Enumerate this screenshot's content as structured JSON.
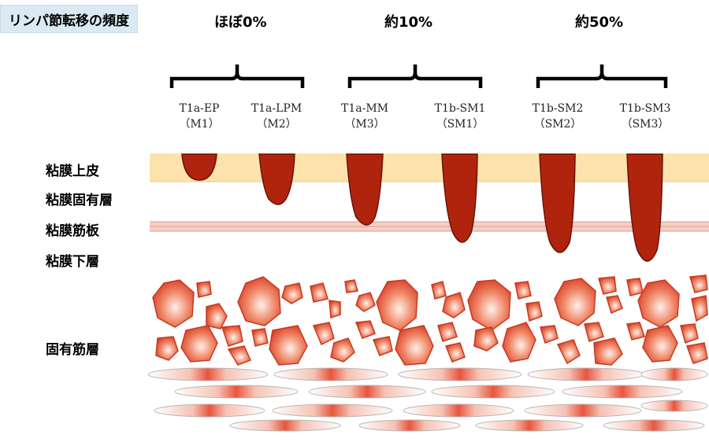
{
  "title": "リンパ節転移の頻度",
  "frequencies": [
    "ほぼ0%",
    "約10%",
    "約50%"
  ],
  "stages": [
    {
      "code": "T1a-EP",
      "level": "（M1）"
    },
    {
      "code": "T1a-LPM",
      "level": "（M2）"
    },
    {
      "code": "T1a-MM",
      "level": "（M3）"
    },
    {
      "code": "T1b-SM1",
      "level": "（SM1）"
    },
    {
      "code": "T1b-SM2",
      "level": "（SM2）"
    },
    {
      "code": "T1b-SM3",
      "level": "（SM3）"
    }
  ],
  "layers": [
    "粘膜上皮",
    "粘膜固有層",
    "粘膜筋板",
    "粘膜下層",
    "固有筋層"
  ],
  "colors": {
    "epithelium": "#fde3ab",
    "tumor": "#b0240e",
    "muscularis_mucosae": "#f0b8ae",
    "muscle_cell": "#e0533a",
    "muscle_cell_highlight": "#fff0ea",
    "title_background": "#dbeaf2"
  }
}
